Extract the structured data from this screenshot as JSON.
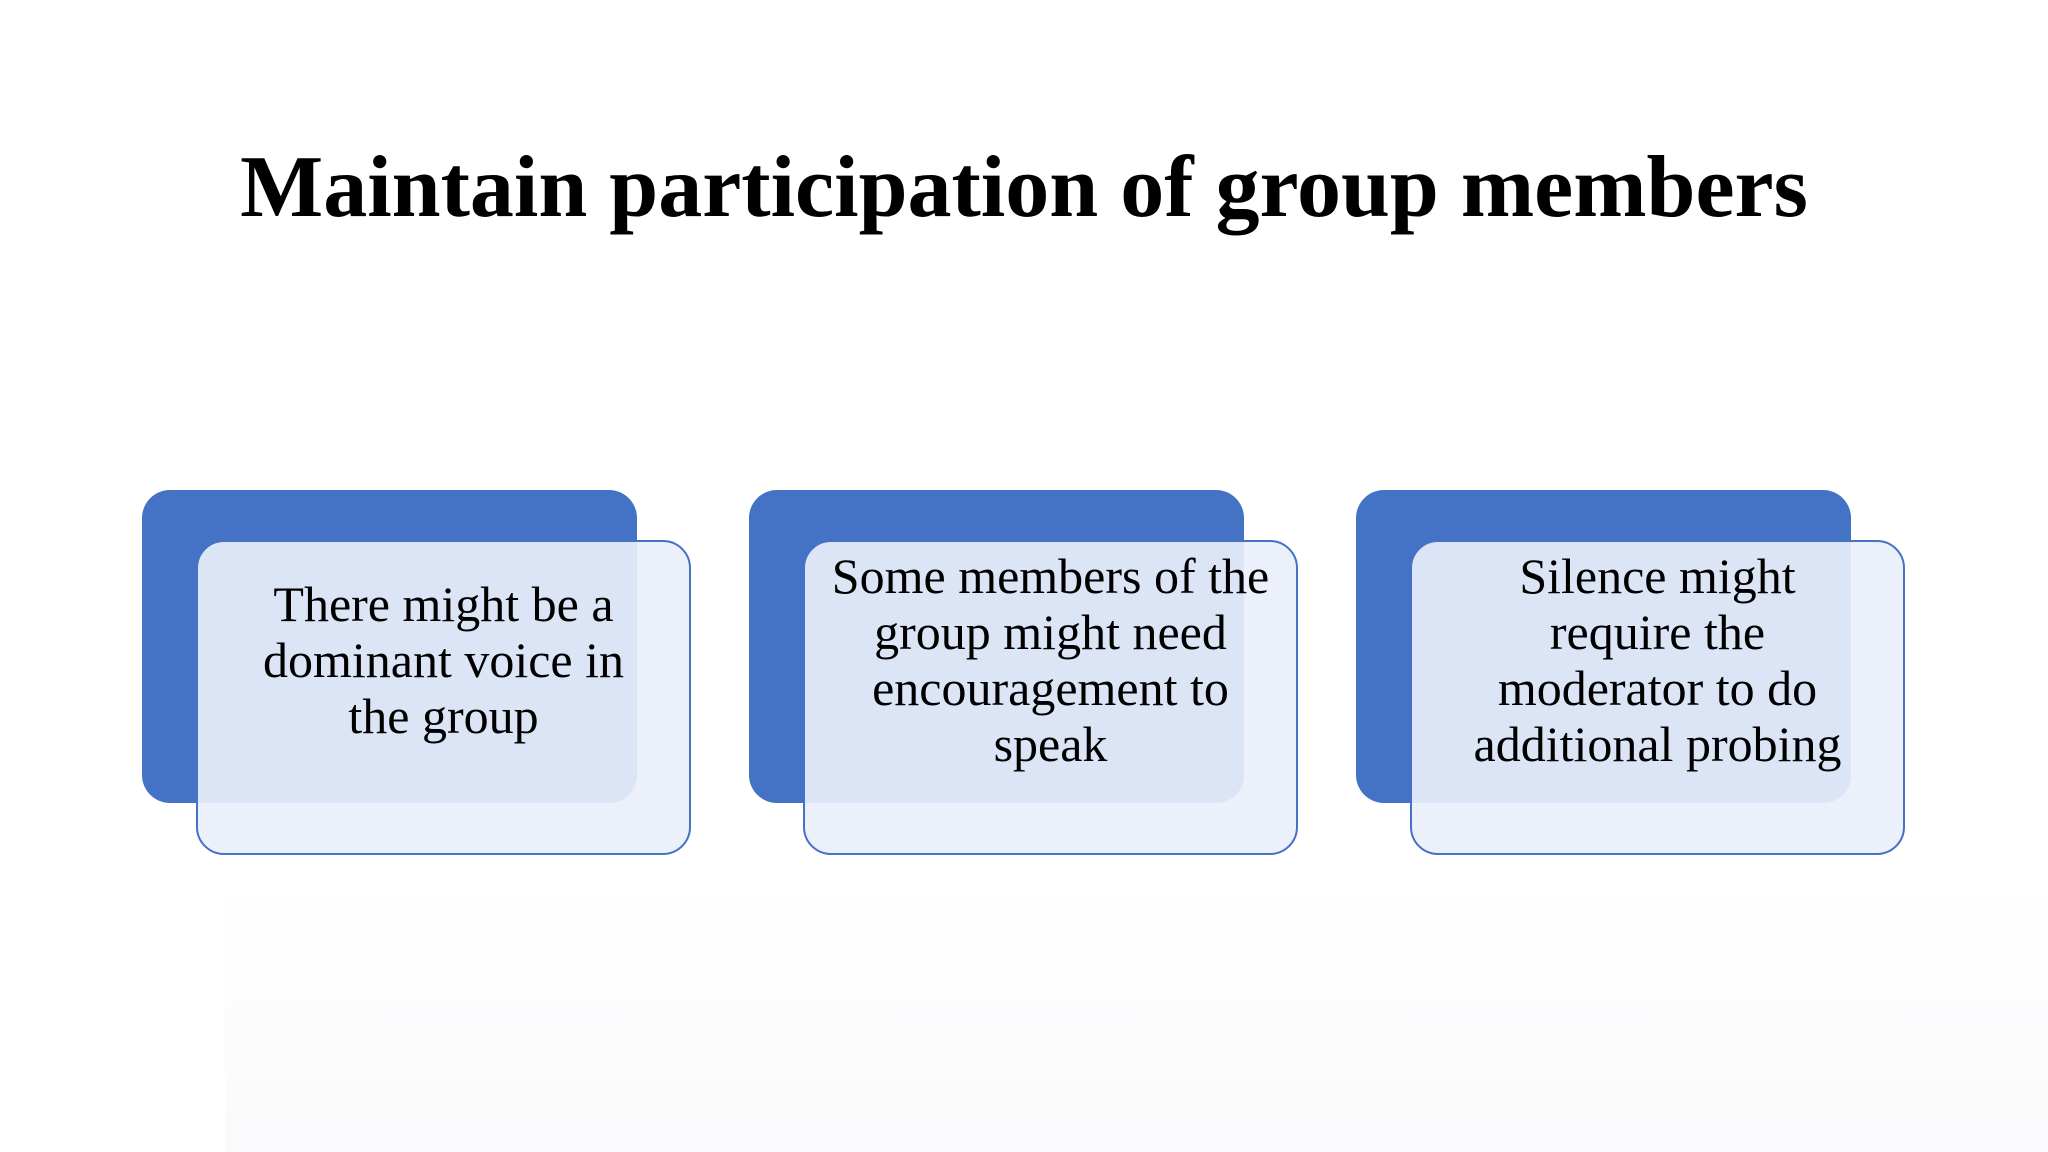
{
  "slide": {
    "title": "Maintain participation of group members",
    "cards": [
      {
        "text": "There might be a dominant voice in the group"
      },
      {
        "text": "Some members of the group might need encouragement to speak"
      },
      {
        "text": "Silence might require the moderator to do additional probing"
      }
    ]
  },
  "colors": {
    "accent": "#4472C4",
    "card_fill": "#E9EFFA",
    "text": "#000000"
  }
}
